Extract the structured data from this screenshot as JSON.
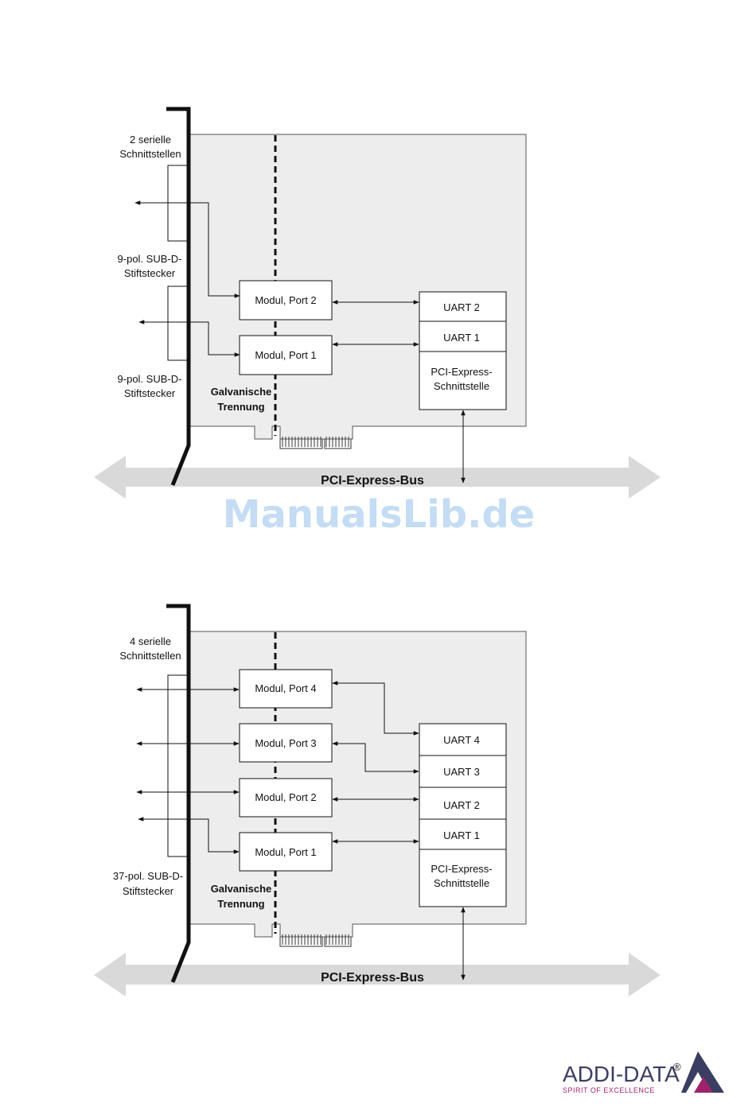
{
  "diagram1": {
    "header": [
      "2 serielle",
      "Schnittstellen"
    ],
    "connector_top": [
      "9-pol. SUB-D-",
      "Stiftstecker"
    ],
    "connector_bottom": [
      "9-pol. SUB-D-",
      "Stiftstecker"
    ],
    "modules": [
      "Modul, Port 2",
      "Modul, Port 1"
    ],
    "uarts": [
      "UART 2",
      "UART 1"
    ],
    "pcie_interface": [
      "PCI-Express-",
      "Schnittstelle"
    ],
    "isolation": [
      "Galvanische",
      "Trennung"
    ],
    "bus": "PCI-Express-Bus"
  },
  "diagram2": {
    "header": [
      "4 serielle",
      "Schnittstellen"
    ],
    "connector": [
      "37-pol. SUB-D-",
      "Stiftstecker"
    ],
    "modules": [
      "Modul, Port 4",
      "Modul, Port 3",
      "Modul, Port 2",
      "Modul, Port 1"
    ],
    "uarts": [
      "UART 4",
      "UART 3",
      "UART 2",
      "UART 1"
    ],
    "pcie_interface": [
      "PCI-Express-",
      "Schnittstelle"
    ],
    "isolation": [
      "Galvanische",
      "Trennung"
    ],
    "bus": "PCI-Express-Bus"
  },
  "watermark": "ManualsLib.de",
  "logo": {
    "name": "ADDI-DATA",
    "registered": "®",
    "tagline": "SPIRIT OF EXCELLENCE"
  },
  "colors": {
    "board": "#ededed",
    "bus": "#d9d9d9",
    "bracket": "#111111",
    "watermark": "#c4dcf4",
    "logo_text": "#3b3e63",
    "logo_accent": "#a0226b"
  }
}
